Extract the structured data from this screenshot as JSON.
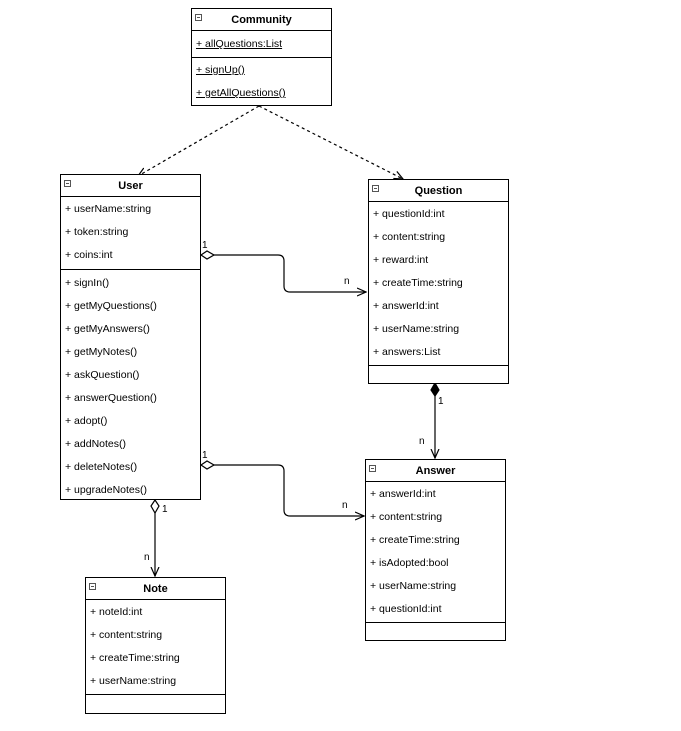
{
  "classes": {
    "community": {
      "name": "Community",
      "attributes": [
        "+ allQuestions:List"
      ],
      "methods": [
        "+ signUp()",
        "+ getAllQuestions()"
      ]
    },
    "user": {
      "name": "User",
      "attributes": [
        "+ userName:string",
        "+ token:string",
        "+ coins:int"
      ],
      "methods": [
        "+ signIn()",
        "+ getMyQuestions()",
        "+ getMyAnswers()",
        "+ getMyNotes()",
        "+ askQuestion()",
        "+ answerQuestion()",
        "+ adopt()",
        "+ addNotes()",
        "+ deleteNotes()",
        "+ upgradeNotes()"
      ]
    },
    "question": {
      "name": "Question",
      "attributes": [
        "+ questionId:int",
        "+ content:string",
        "+ reward:int",
        "+ createTime:string",
        "+ answerId:int",
        "+ userName:string",
        "+ answers:List"
      ],
      "methods": []
    },
    "answer": {
      "name": "Answer",
      "attributes": [
        "+ answerId:int",
        "+ content:string",
        "+ createTime:string",
        "+ isAdopted:bool",
        "+ userName:string",
        "+ questionId:int"
      ],
      "methods": []
    },
    "note": {
      "name": "Note",
      "attributes": [
        "+ noteId:int",
        "+ content:string",
        "+ createTime:string",
        "+ userName:string"
      ],
      "methods": []
    }
  },
  "relations": {
    "user_question": {
      "type": "aggregation",
      "source_mult": "1",
      "target_mult": "n"
    },
    "user_answer": {
      "type": "aggregation",
      "source_mult": "1",
      "target_mult": "n"
    },
    "user_note": {
      "type": "aggregation",
      "source_mult": "1",
      "target_mult": "n"
    },
    "question_answer": {
      "type": "composition",
      "source_mult": "1",
      "target_mult": "n"
    },
    "community_user": {
      "type": "dependency"
    },
    "community_question": {
      "type": "dependency"
    }
  }
}
